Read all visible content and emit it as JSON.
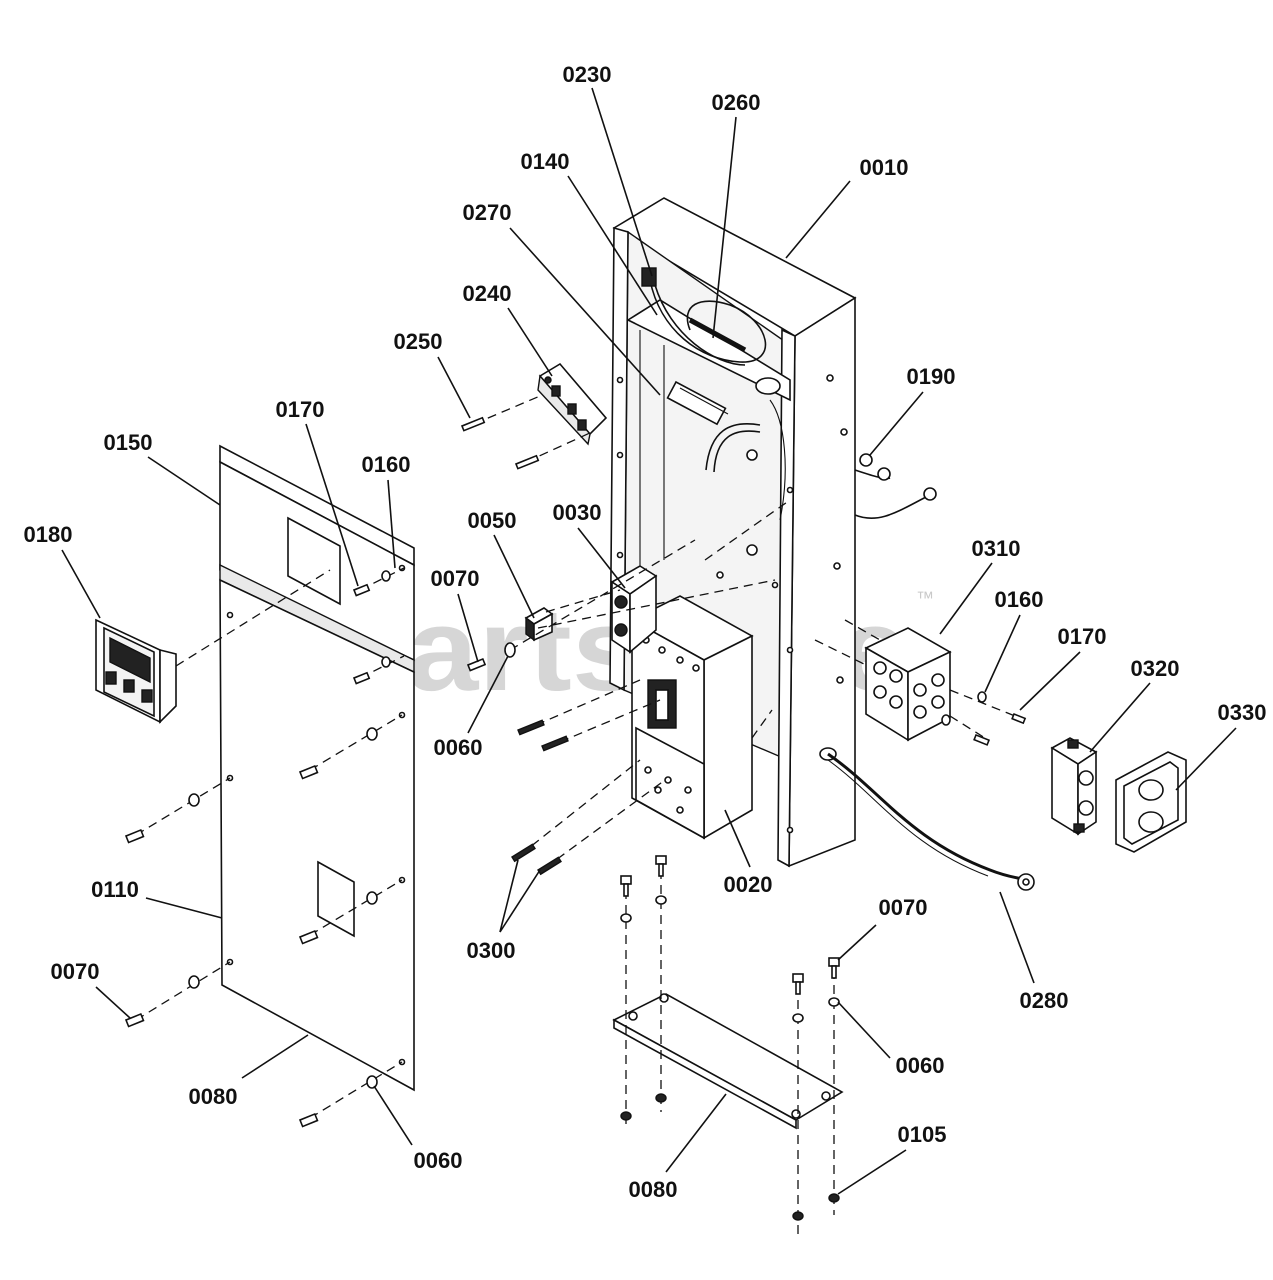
{
  "watermark": {
    "text": "PartsTree",
    "trademark": "™"
  },
  "labels": [
    {
      "id": "0230",
      "text": "0230"
    },
    {
      "id": "0260",
      "text": "0260"
    },
    {
      "id": "0140",
      "text": "0140"
    },
    {
      "id": "0010",
      "text": "0010"
    },
    {
      "id": "0270",
      "text": "0270"
    },
    {
      "id": "0240",
      "text": "0240"
    },
    {
      "id": "0250",
      "text": "0250"
    },
    {
      "id": "0190",
      "text": "0190"
    },
    {
      "id": "0170a",
      "text": "0170"
    },
    {
      "id": "0150",
      "text": "0150"
    },
    {
      "id": "0160a",
      "text": "0160"
    },
    {
      "id": "0050",
      "text": "0050"
    },
    {
      "id": "0030",
      "text": "0030"
    },
    {
      "id": "0180",
      "text": "0180"
    },
    {
      "id": "0310",
      "text": "0310"
    },
    {
      "id": "0070a",
      "text": "0070"
    },
    {
      "id": "0160b",
      "text": "0160"
    },
    {
      "id": "0170b",
      "text": "0170"
    },
    {
      "id": "0320",
      "text": "0320"
    },
    {
      "id": "0330",
      "text": "0330"
    },
    {
      "id": "0060a",
      "text": "0060"
    },
    {
      "id": "0020",
      "text": "0020"
    },
    {
      "id": "0110",
      "text": "0110"
    },
    {
      "id": "0070b",
      "text": "0070"
    },
    {
      "id": "0300",
      "text": "0300"
    },
    {
      "id": "0070c",
      "text": "0070"
    },
    {
      "id": "0070d",
      "text": "0070"
    },
    {
      "id": "0280",
      "text": "0280"
    },
    {
      "id": "0060b",
      "text": "0060"
    },
    {
      "id": "0080a",
      "text": "0080"
    },
    {
      "id": "0060c",
      "text": "0060"
    },
    {
      "id": "0105",
      "text": "0105"
    },
    {
      "id": "0080b",
      "text": "0080"
    }
  ]
}
